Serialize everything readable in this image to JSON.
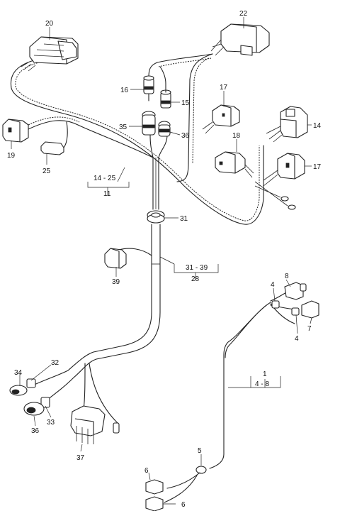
{
  "callouts": {
    "c20": "20",
    "c22": "22",
    "c16": "16",
    "c15": "15",
    "c17a": "17",
    "c14": "14",
    "c35": "35",
    "c36a": "36",
    "c19": "19",
    "c25": "25",
    "c18": "18",
    "c17b": "17",
    "c31": "31",
    "c39": "39",
    "c8": "8",
    "c4a": "4",
    "c7": "7",
    "c4b": "4",
    "c32": "32",
    "c34": "34",
    "c36b": "36",
    "c33": "33",
    "c37": "37",
    "c5": "5",
    "c6a": "6",
    "c6b": "6"
  },
  "groups": {
    "g11": {
      "range": "14 - 25",
      "total": "11"
    },
    "g28": {
      "range": "31 - 39",
      "total": "28"
    },
    "g1": {
      "range": "4 - 8",
      "total": "1"
    }
  },
  "colors": {
    "line": "#222222",
    "background": "#ffffff"
  }
}
